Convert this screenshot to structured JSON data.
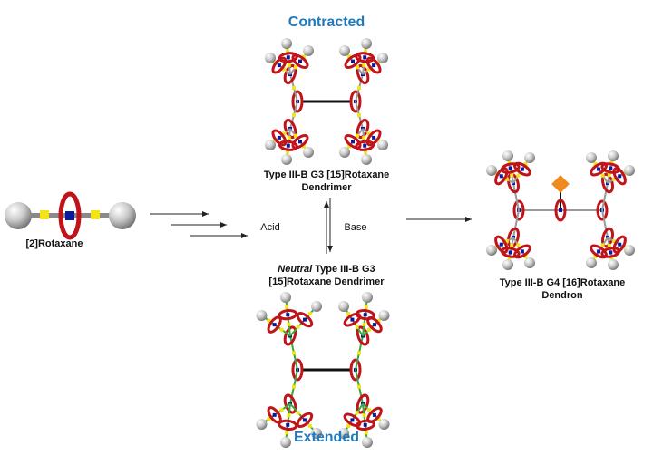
{
  "titles": {
    "contracted": "Contracted",
    "extended": "Extended"
  },
  "labels": {
    "rotaxane2": "[2]Rotaxane",
    "g3_line1": "Type III-B G3 [15]Rotaxane",
    "g3_line2": "Dendrimer",
    "neutral_word": "Neutral",
    "neutral_rest": " Type III-B G3",
    "neutral_line2": "[15]Rotaxane Dendrimer",
    "g4_line1": "Type III-B G4 [16]Rotaxane",
    "g4_line2": "Dendron",
    "acid": "Acid",
    "base": "Base"
  },
  "colors": {
    "title_blue": "#1f7bbf",
    "ring_red": "#c0141a",
    "stopper_gray": "#c8c8c8",
    "station_yellow": "#f5e414",
    "core_blue": "#0a1aa0",
    "linker_green": "#3aa83a",
    "diamond_orange": "#f08a1c"
  }
}
